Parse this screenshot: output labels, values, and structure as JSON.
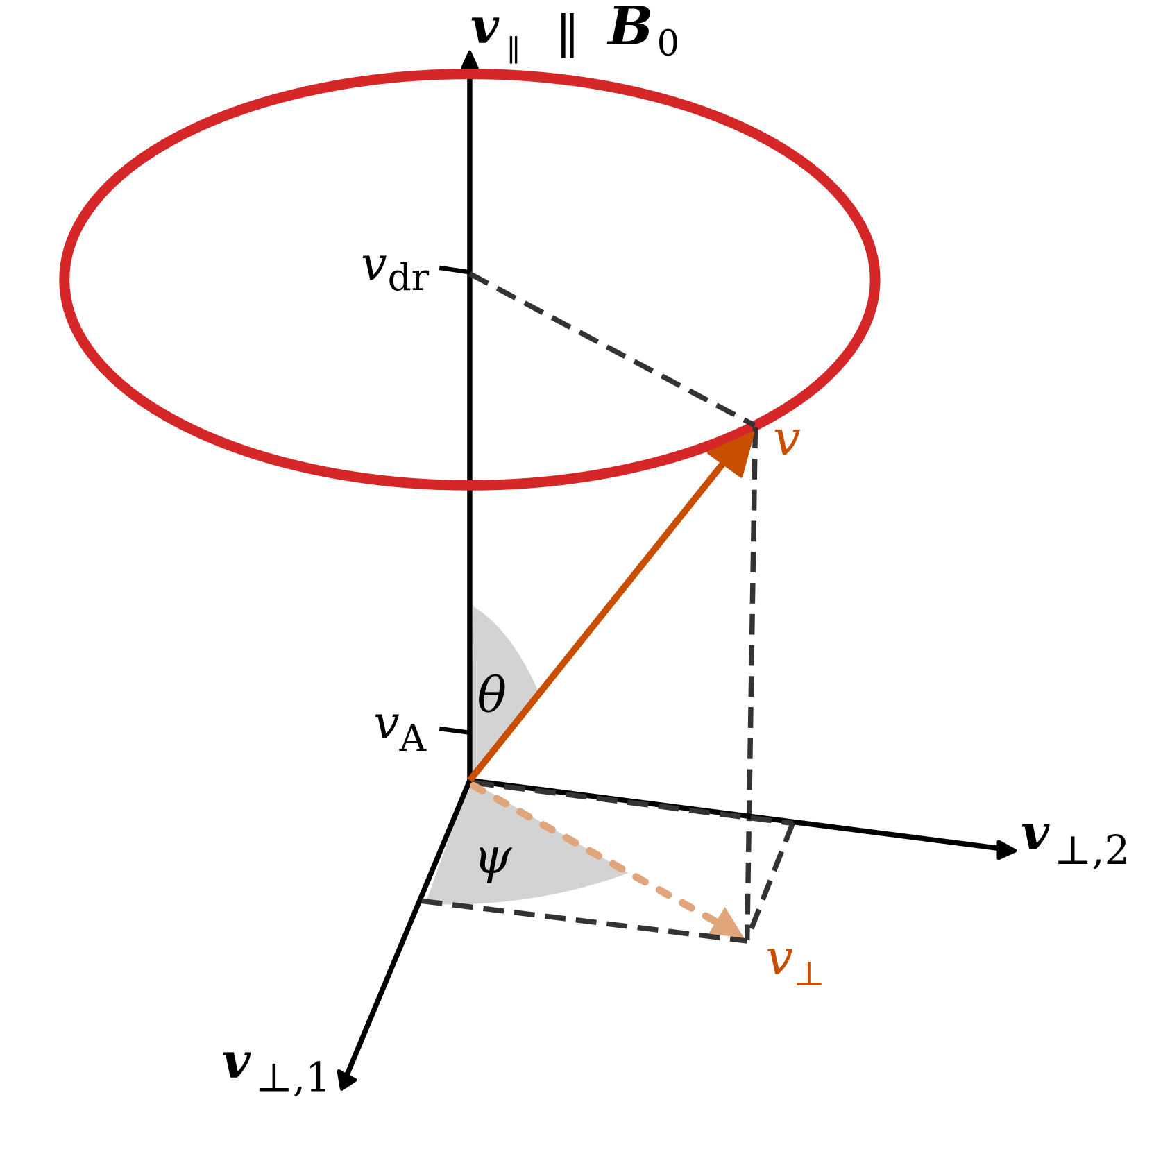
{
  "labels": {
    "v_par_base": "v",
    "v_par_sub": "∥",
    "v_par_rel": "∥",
    "b0_base": "B",
    "b0_sub": "0",
    "vdr_base": "v",
    "vdr_sub": "dr",
    "va_base": "v",
    "va_sub": "A",
    "theta": "θ",
    "psi": "ψ",
    "v": "v",
    "vperp_base": "v",
    "vperp_sub": "⊥",
    "vperp1_base": "v",
    "vperp1_sub": "⊥,1",
    "vperp2_base": "v",
    "vperp2_sub": "⊥,2"
  },
  "colors": {
    "ring": "#d62728",
    "velocity": "#c94f00",
    "perp_projection": "#e0a57a",
    "wedge": "#d3d3d3",
    "dashed": "#333333",
    "axis": "#000000"
  }
}
